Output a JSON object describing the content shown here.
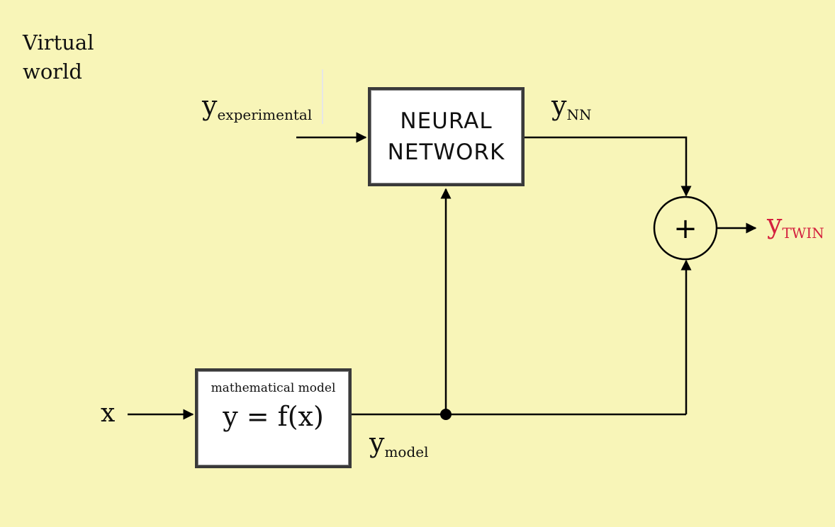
{
  "corner": {
    "line1": "Virtual",
    "line2": "world"
  },
  "neural_network": {
    "line1": "NEURAL",
    "line2": "NETWORK"
  },
  "model": {
    "caption": "mathematical model",
    "equation": "y = f(x)"
  },
  "inputs": {
    "x": "x",
    "y_experimental": {
      "base": "y",
      "sub": "experimental"
    }
  },
  "signals": {
    "y_nn": {
      "base": "y",
      "sub": "NN"
    },
    "y_model": {
      "base": "y",
      "sub": "model"
    },
    "y_twin": {
      "base": "y",
      "sub": "TWIN"
    }
  },
  "sum_symbol": "+",
  "colors": {
    "background": "#f8f5b8",
    "twin_output": "#d4213f",
    "wire": "#000000"
  }
}
